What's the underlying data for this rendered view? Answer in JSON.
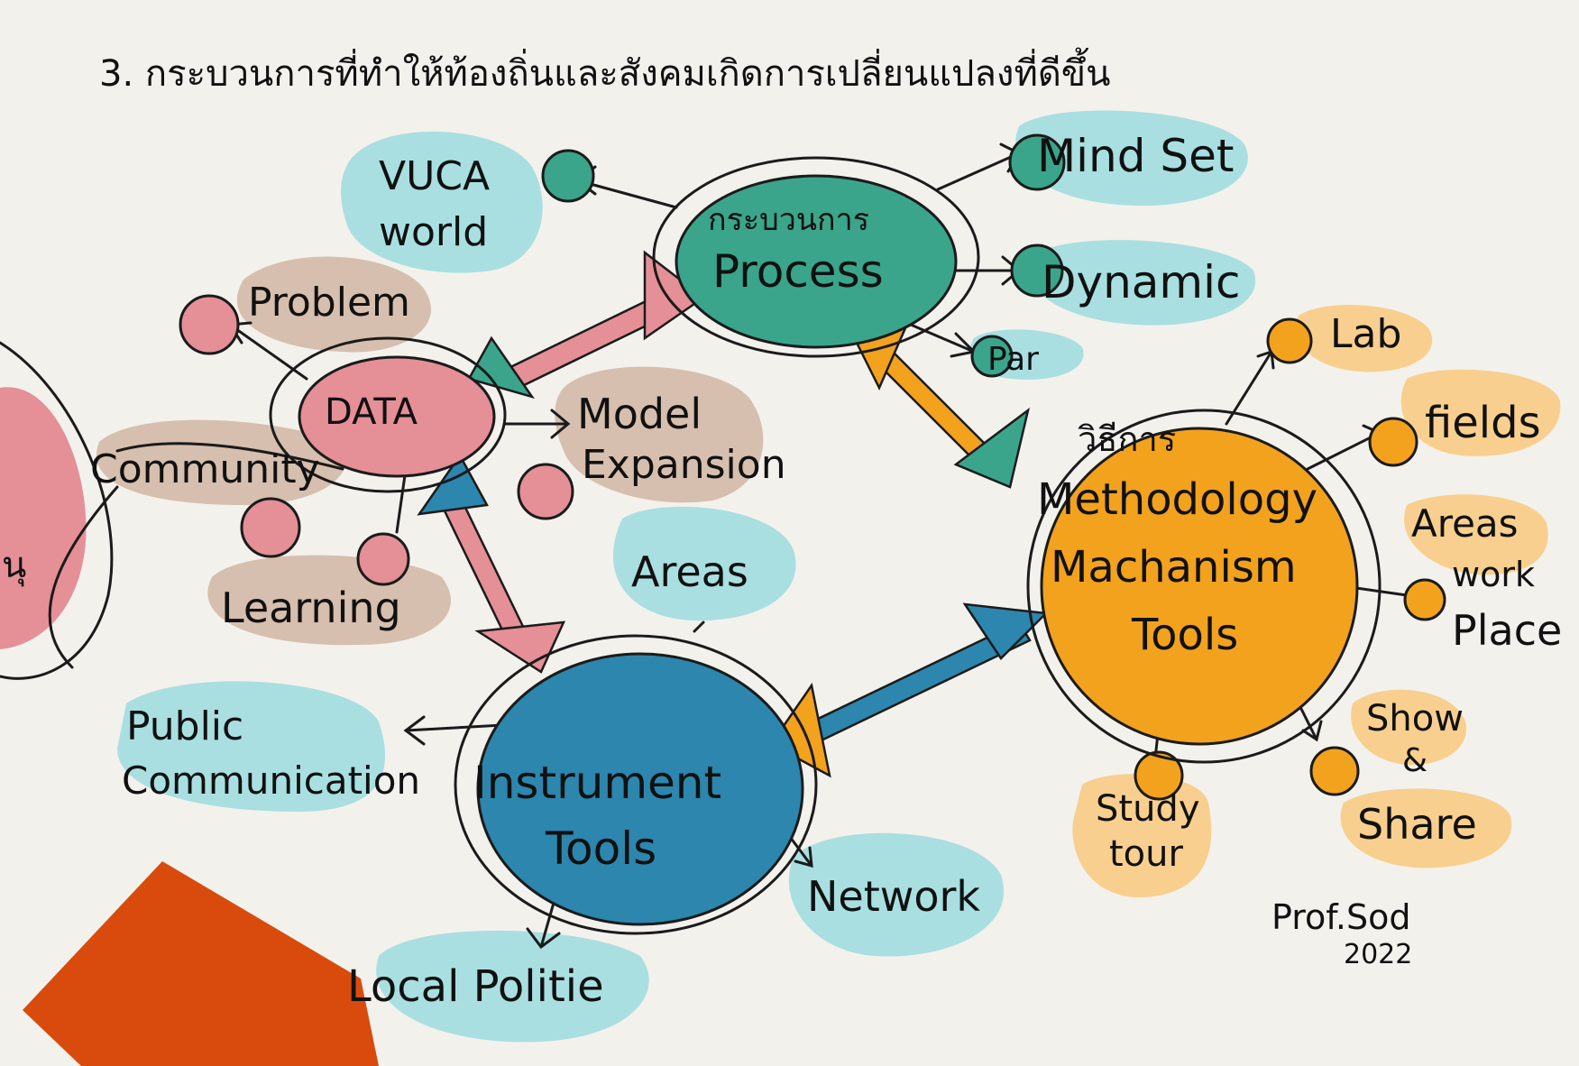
{
  "heading": "3. กระบวนการที่ทำให้ท้องถิ่นและสังคมเกิดการเปลี่ยนแปลงที่ดีขึ้น",
  "signature": {
    "name": "Prof.Sod",
    "year": "2022"
  },
  "colors": {
    "data": "#e58f97",
    "process": "#3aa58a",
    "methodology": "#f3a21e",
    "instrument": "#2c86ad",
    "blob_teal": "#a9dfe1",
    "blob_tan": "#d6bfae",
    "blob_peach": "#f8cf8e",
    "corner_shape": "#d94b0c"
  },
  "hubs": {
    "process": {
      "label_th": "กระบวนการ",
      "label_en": "Process"
    },
    "data": {
      "label": "DATA"
    },
    "methodology": {
      "label_th": "วิธีการ",
      "line1": "Methodology",
      "line2": "Machanism",
      "line3": "Tools"
    },
    "instrument": {
      "line1": "Instrument",
      "line2": "Tools"
    }
  },
  "nodes": {
    "vuca": {
      "line1": "VUCA",
      "line2": "world"
    },
    "mindset": "Mind Set",
    "dynamic": "Dynamic",
    "par": "Par",
    "problem": "Problem",
    "model": {
      "line1": "Model",
      "line2": "Expansion"
    },
    "community": "Community",
    "learning": "Learning",
    "areas_center": "Areas",
    "public": {
      "line1": "Public",
      "line2": "Communication"
    },
    "network": "Network",
    "local": "Local Politie",
    "lab": "Lab",
    "fields": "fields",
    "areas_right": {
      "line1": "Areas",
      "line2": "work",
      "line3": "Place"
    },
    "show": {
      "line1": "Show",
      "line2": "&",
      "line3": "Share"
    },
    "study": {
      "line1": "Study",
      "line2": "tour"
    },
    "left_fragment": "นุ"
  }
}
